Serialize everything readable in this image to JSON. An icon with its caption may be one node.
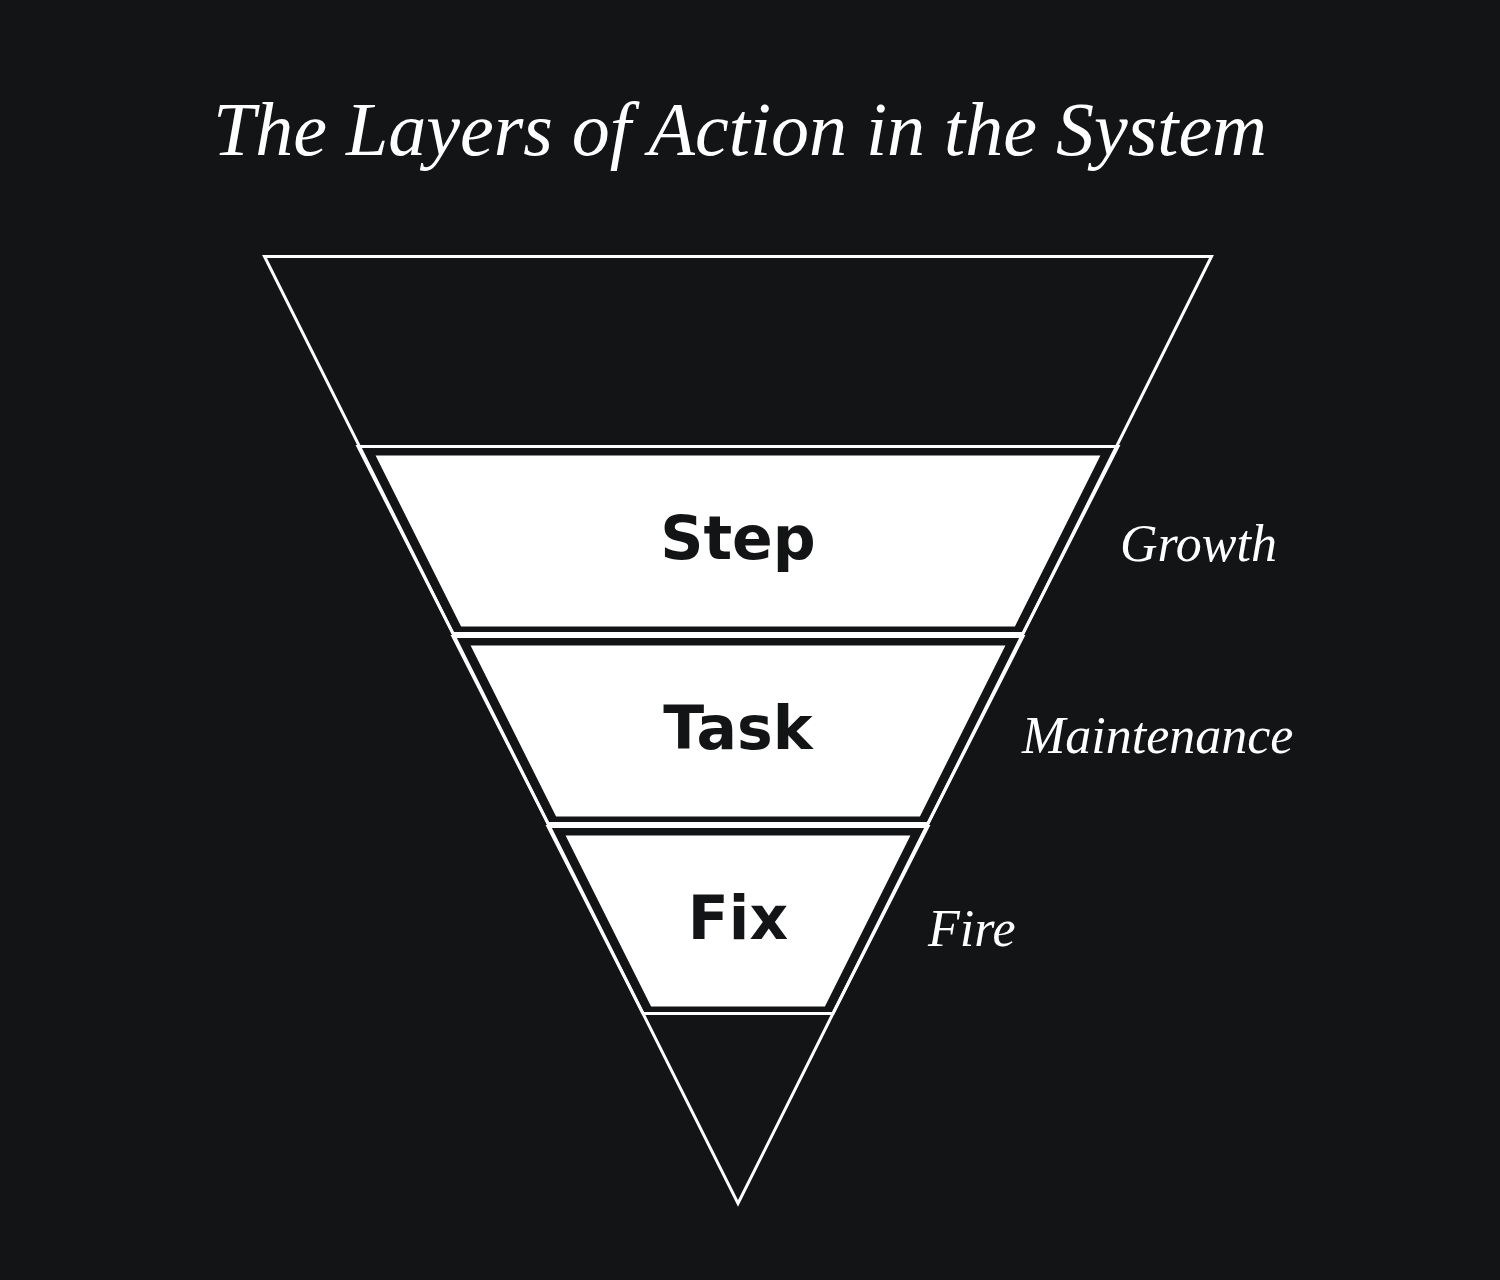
{
  "diagram": {
    "title": "The Layers of Action in the System",
    "nodes": [
      {
        "text": [],
        "shape": "triangle"
      },
      {
        "text": [
          "Step"
        ],
        "in": 0,
        "beside": [
          "Growth"
        ]
      },
      {
        "text": [
          "Task"
        ],
        "in": 0,
        "beside": [
          "Maintenance"
        ]
      },
      {
        "text": [
          "Fix"
        ],
        "in": 0,
        "beside": [
          "Fire"
        ]
      }
    ],
    "edges": []
  }
}
